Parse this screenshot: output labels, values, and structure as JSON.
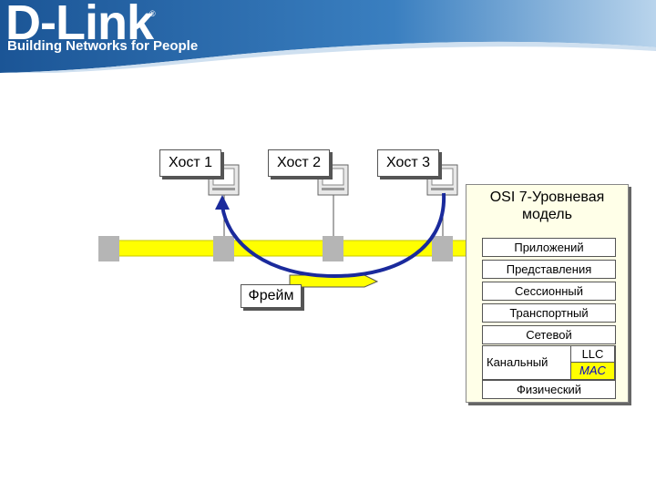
{
  "brand": {
    "logo_text": "D-Link",
    "registered_mark": "®",
    "tagline": "Building Networks for People",
    "header_color": "#1f5fa0"
  },
  "hosts": [
    {
      "label": "Хост 1"
    },
    {
      "label": "Хост 2"
    },
    {
      "label": "Хост 3"
    }
  ],
  "frame": {
    "label": "Фрейм"
  },
  "osi": {
    "title_line1": "OSI 7-Уровневая",
    "title_line2": "модель",
    "layers": {
      "application": "Приложений",
      "presentation": "Представления",
      "session": "Сессионный",
      "transport": "Транспортный",
      "network": "Сетевой",
      "data_link": "Канальный",
      "llc": "LLC",
      "mac": "MAC",
      "physical": "Физический"
    }
  },
  "colors": {
    "bus": "#ffff00",
    "arc": "#1a2a9c",
    "node": "#b5b5b5",
    "mac_highlight": "#ffff00"
  }
}
